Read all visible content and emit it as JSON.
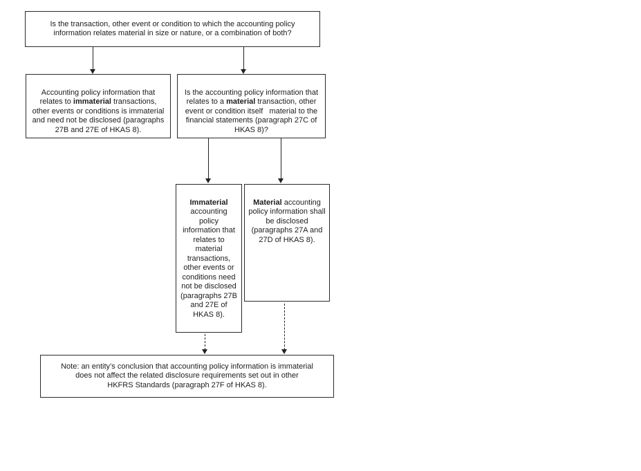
{
  "flowchart": {
    "background": "#ffffff",
    "colors": {
      "border": "#2a2a2a",
      "text": "#1c1c1c",
      "arrow": "#222222"
    },
    "nodes": {
      "question_materiality": {
        "segments": [
          {
            "text": "Is the transaction, other event or condition to which the accounting policy\ninformation relates material in size or nature, or a combination of both?",
            "bold": false
          }
        ]
      },
      "immaterial_transactions": {
        "segments": [
          {
            "text": "Accounting policy information that\nrelates to ",
            "bold": false
          },
          {
            "text": "immaterial",
            "bold": true
          },
          {
            "text": " transactions,\nother events or conditions is immaterial\nand need not be disclosed (paragraphs\n27B and 27E of HKAS 8).",
            "bold": false
          }
        ]
      },
      "question_policy_material": {
        "segments": [
          {
            "text": "Is the accounting policy information that\nrelates to a ",
            "bold": false
          },
          {
            "text": "material",
            "bold": true
          },
          {
            "text": " transaction, other\nevent or condition itself   material to the\nfinancial statements (paragraph 27C of\nHKAS 8)?",
            "bold": false
          }
        ]
      },
      "immaterial_policy_info": {
        "segments": [
          {
            "text": "Immaterial",
            "bold": true
          },
          {
            "text": "\naccounting\npolicy\ninformation that\nrelates to\nmaterial\ntransactions,\nother events or\nconditions need\nnot be disclosed\n(paragraphs 27B\nand 27E of\nHKAS 8).",
            "bold": false
          }
        ]
      },
      "material_policy_info": {
        "segments": [
          {
            "text": "Material",
            "bold": true
          },
          {
            "text": " accounting\npolicy information shall\nbe disclosed\n(paragraphs 27A and\n27D of HKAS 8).",
            "bold": false
          }
        ]
      },
      "note": {
        "segments": [
          {
            "text": "Note: an entity’s conclusion that accounting policy information is immaterial\ndoes not affect the related disclosure requirements set out in other\nHKFRS Standards (paragraph 27F of HKAS 8).",
            "bold": false
          }
        ]
      }
    },
    "edges": [
      {
        "from": "question_materiality",
        "to": "immaterial_transactions",
        "style": "solid"
      },
      {
        "from": "question_materiality",
        "to": "question_policy_material",
        "style": "solid"
      },
      {
        "from": "question_policy_material",
        "to": "immaterial_policy_info",
        "style": "solid"
      },
      {
        "from": "question_policy_material",
        "to": "material_policy_info",
        "style": "solid"
      },
      {
        "from": "immaterial_policy_info",
        "to": "note",
        "style": "dashed"
      },
      {
        "from": "material_policy_info",
        "to": "note",
        "style": "dashed"
      }
    ]
  }
}
